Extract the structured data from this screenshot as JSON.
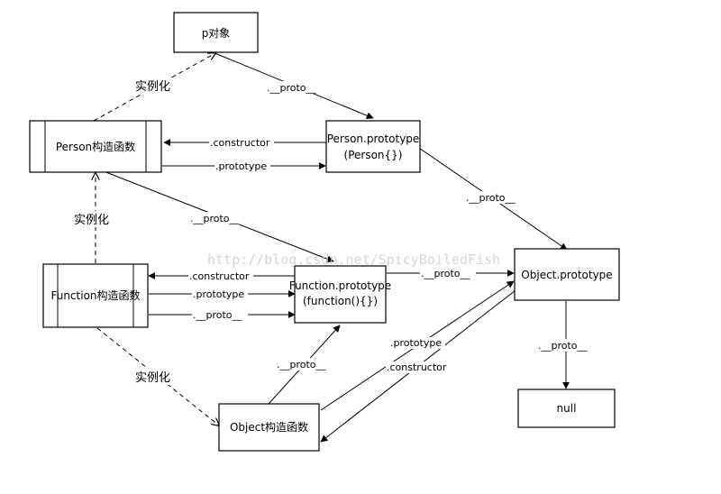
{
  "nodes": {
    "p_object": "p对象",
    "person_ctor": "Person构造函数",
    "person_proto": [
      "Person.prototype",
      "(Person{})"
    ],
    "function_ctor": "Function构造函数",
    "function_proto": [
      "Function.prototype",
      "(function(){})"
    ],
    "object_proto": "Object.prototype",
    "object_ctor": "Object构造函数",
    "null_node": "null"
  },
  "edge_labels": {
    "instantiate": "实例化",
    "proto": ".__proto__",
    "prototype": ".prototype",
    "constructor": ".constructor"
  },
  "watermark": "http://blog.csdn.net/SpicyBoiledFish",
  "colors": {
    "line": "#000000",
    "box": "#ffffff",
    "watermark": "#c8c8c8"
  }
}
